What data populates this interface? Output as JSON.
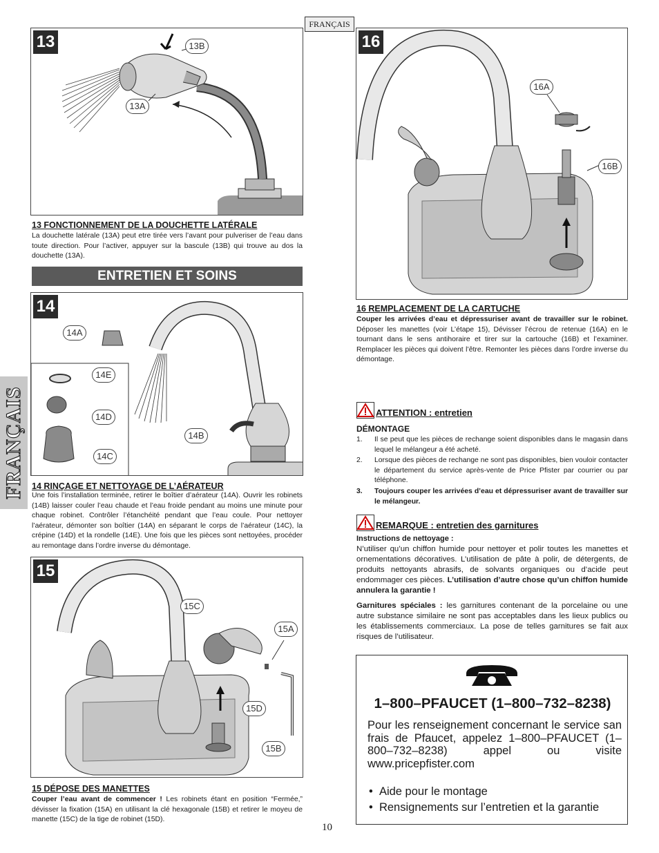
{
  "header": {
    "language_tag": "FRANÇAIS"
  },
  "side_tab": {
    "label": "FRANÇAIS"
  },
  "step13": {
    "number": "13",
    "callouts": {
      "a": "13A",
      "b": "13B"
    },
    "title": "13  FONCTIONNEMENT DE LA DOUCHETTE LATÉRALE",
    "text": "La douchette latérale (13A) peut etre tirée vers l’avant pour pulveriser de l’eau dans toute direction. Pour l’activer, appuyer sur la bascule (13B) qui trouve au dos la douchette (13A)."
  },
  "maintenance_band": "ENTRETIEN ET SOINS",
  "step14": {
    "number": "14",
    "callouts": {
      "a": "14A",
      "b": "14B",
      "c": "14C",
      "d": "14D",
      "e": "14E"
    },
    "title": "14  RINÇAGE ET NETTOYAGE DE L’AÉRATEUR",
    "text": "Une fois l’installation terminée, retirer le boîtier d’aérateur (14A). Ouvrir les robinets (14B) laisser couler l’eau chaude et l’eau froide pendant au moins une minute pour chaque robinet. Contrôler l’étanchéité pendant que l’eau coule. Pour nettoyer l’aérateur, démonter son boîtier (14A) en séparant le corps de l’aérateur (14C), la crépine (14D) et la rondelle (14E). Une fois que les pièces sont nettoyées, procéder au remontage dans l’ordre inverse du démontage."
  },
  "step15": {
    "number": "15",
    "callouts": {
      "a": "15A",
      "b": "15B",
      "c": "15C",
      "d": "15D"
    },
    "title": "15  DÉPOSE DES MANETTES",
    "text_bold": "Couper l’eau avant de commencer !",
    "text": " Les robinets étant en position “Fermée,” dévisser la fixation (15A) en utilisant la clé hexagonale (15B) et retirer le moyeu de manette (15C) de la tige de robinet (15D)."
  },
  "step16": {
    "number": "16",
    "callouts": {
      "a": "16A",
      "b": "16B"
    },
    "title": "16  REMPLACEMENT DE LA CARTUCHE",
    "text_bold": "Couper les arrivées d’eau et dépressuriser avant de travailler sur le robinet.",
    "text": " Déposer les manettes (voir L’étape 15), Dévisser l’écrou de retenue (16A) en le tournant dans le sens antihoraire et tirer sur la cartouche (16B) et l’examiner. Remplacer les pièces qui doivent l’être. Remonter les pièces dans l’ordre inverse du démontage."
  },
  "attention": {
    "title": "ATTENTION : entretien",
    "subtitle": "DÉMONTAGE",
    "items": [
      {
        "n": "1.",
        "text": "Il se peut que les pièces de rechange soient disponibles dans le magasin dans lequel le mélangeur a été acheté."
      },
      {
        "n": "2.",
        "text": "Lorsque des pièces de rechange ne sont pas disponibles, bien vouloir contacter le département du service après-vente de Price Pfister par courrier ou par téléphone."
      },
      {
        "n": "3.",
        "text": "Toujours couper les arrivées d’eau et dépressuriser avant de travailler sur le mélangeur."
      }
    ]
  },
  "remarque": {
    "title": "REMARQUE : entretien des garnitures",
    "subtitle": "Instructions de nettoyage :",
    "text": "N’utiliser qu’un chiffon humide pour nettoyer et polir toutes les manettes et ornementations décoratives. L’utilisation de pâte à polir, de détergents, de produits nettoyants abrasifs, de solvants organiques ou d’acide peut endommager ces pièces.",
    "text_bold": "L’utilisation d’autre chose qu’un chiffon humide annulera la garantie !",
    "special_label": "Garnitures spéciales :",
    "special_text": " les garnitures contenant de la porcelaine ou une autre substance similaire ne sont pas acceptables dans les lieux publics ou les établissements commerciaux. La pose de telles garnitures se fait aux risques de l’utilisateur."
  },
  "contact": {
    "phone": "1–800–PFAUCET (1–800–732–8238)",
    "text": "Pour les renseignement concernant le service san frais de Pfaucet, appelez 1–800–PFAUCET (1–800–732–8238) appel ou visite www.pricepfister.com",
    "bullets": [
      "Aide pour le montage",
      "Rensignements sur l’entretien et la garantie"
    ]
  },
  "footer": {
    "page_number": "10"
  }
}
